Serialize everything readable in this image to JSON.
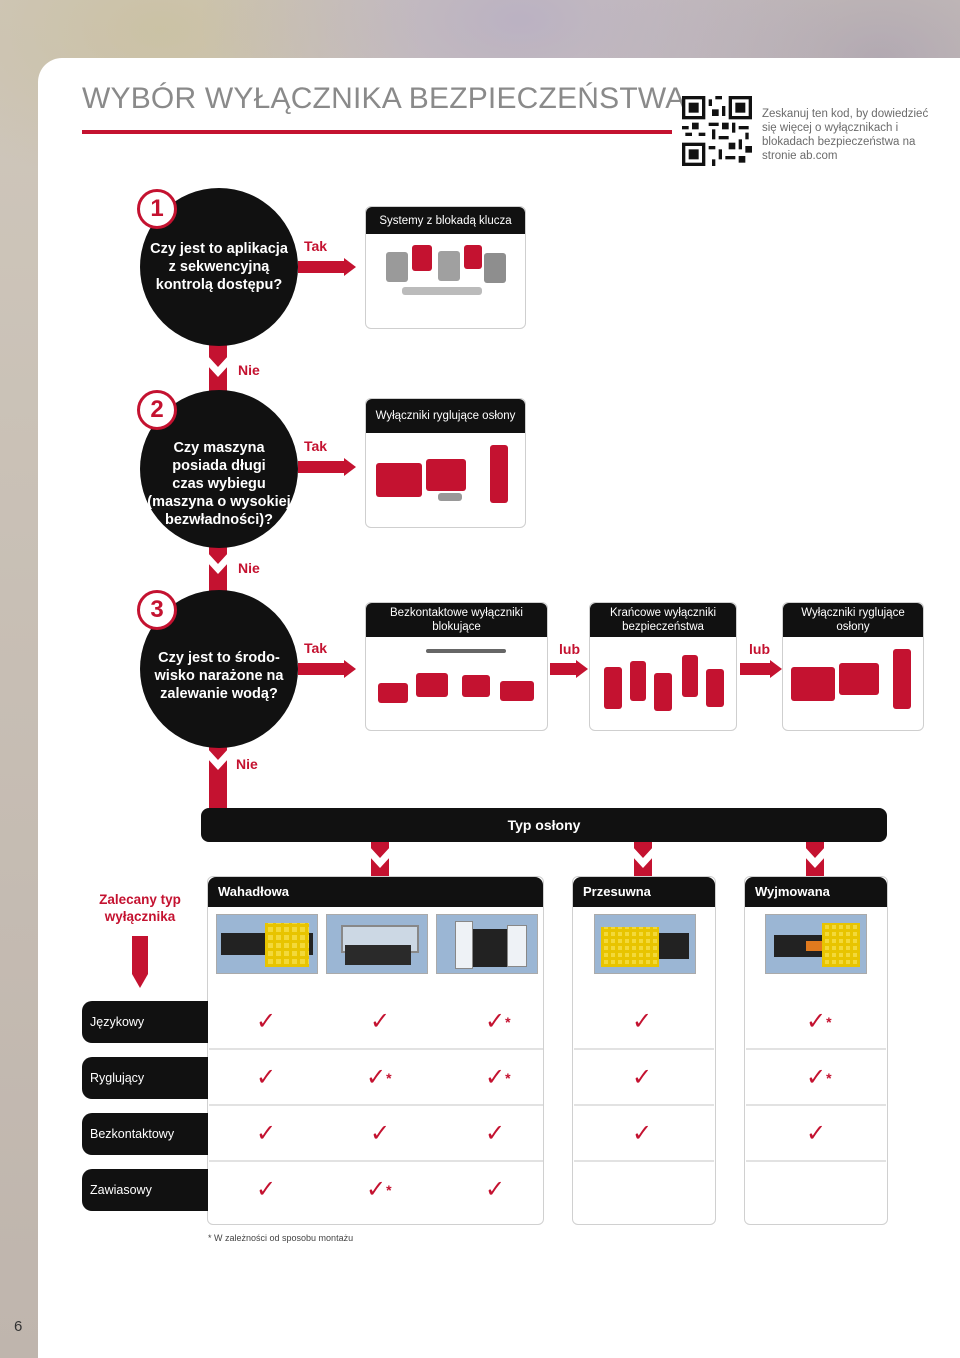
{
  "header": {
    "title": "WYBÓR WYŁĄCZNIKA BEZPIECZEŃSTWA",
    "qr_text": "Zeskanuj ten kod, by dowiedzieć się więcej o wyłącznikach i blokadach bezpieczeństwa na stronie ab.com"
  },
  "steps": [
    {
      "number": "1",
      "question_lines": [
        "Czy jest to aplikacja",
        "z sekwencyjną",
        "kontrolą dostępu?"
      ],
      "yes": "Tak",
      "no": "Nie"
    },
    {
      "number": "2",
      "question_lines": [
        "Czy maszyna",
        "posiada długi",
        "czas wybiegu",
        "(maszyna o wysokiej",
        "bezwładności)?"
      ],
      "yes": "Tak",
      "no": "Nie"
    },
    {
      "number": "3",
      "question_lines": [
        "Czy jest to środo-",
        "wisko narażone na",
        "zalewanie wodą?"
      ],
      "yes": "Tak",
      "no": "Nie"
    }
  ],
  "products": {
    "p1": "Systemy z blokadą klucza",
    "p2": "Wyłączniki ryglujące osłony",
    "p3a_lines": [
      "Bezkontaktowe wyłączniki",
      "blokujące"
    ],
    "p3b_lines": [
      "Krańcowe wyłączniki",
      "bezpieczeństwa"
    ],
    "p3c_lines": [
      "Wyłączniki ryglujące",
      "osłony"
    ],
    "or": "lub"
  },
  "guard": {
    "bar": "Typ osłony",
    "recommended_lines": [
      "Zalecany typ",
      "wyłącznika"
    ],
    "columns": [
      "Wahadłowa",
      "Przesuwna",
      "Wyjmowana"
    ]
  },
  "matrix": {
    "rows": [
      {
        "label": "Językowy",
        "cells": [
          "✓",
          "✓",
          "✓*",
          "✓",
          "✓*"
        ]
      },
      {
        "label": "Ryglujący",
        "cells": [
          "✓",
          "✓*",
          "✓*",
          "✓",
          "✓*"
        ]
      },
      {
        "label": "Bezkontaktowy",
        "cells": [
          "✓",
          "✓",
          "✓",
          "✓",
          "✓"
        ]
      },
      {
        "label": "Zawiasowy",
        "cells": [
          "✓",
          "✓*",
          "✓",
          "",
          ""
        ]
      }
    ]
  },
  "footnote": "* W zależności od sposobu montażu",
  "page_number": "6",
  "colors": {
    "accent": "#c41230",
    "dark": "#111111"
  }
}
